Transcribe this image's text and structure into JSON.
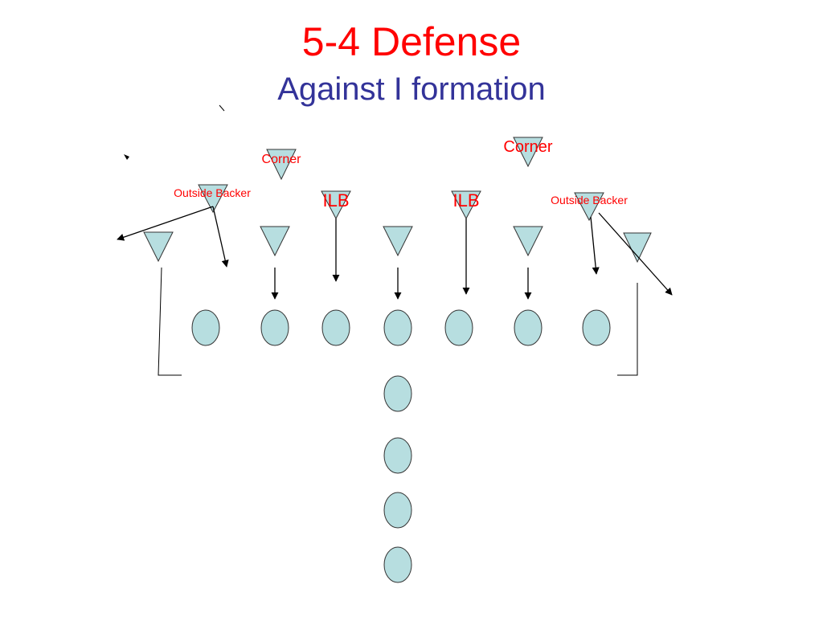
{
  "slide": {
    "title": "5-4 Defense",
    "subtitle": "Against I formation"
  },
  "colors": {
    "title": "#ff0000",
    "subtitle": "#333399",
    "label": "#ff0000",
    "player_fill": "#b7dee0",
    "player_stroke": "#333333",
    "line": "#000000"
  },
  "labels": {
    "corner_left": "Corner",
    "corner_right": "Corner",
    "outside_backer_left": "Outside Backer",
    "outside_backer_right": "Outside Backer",
    "ilb_left": "ILB",
    "ilb_right": "ILB"
  },
  "defense": {
    "triangle_shape": "inverted-triangle",
    "count": 11
  },
  "offense": {
    "circle_shape": "ellipse",
    "count": 11
  }
}
